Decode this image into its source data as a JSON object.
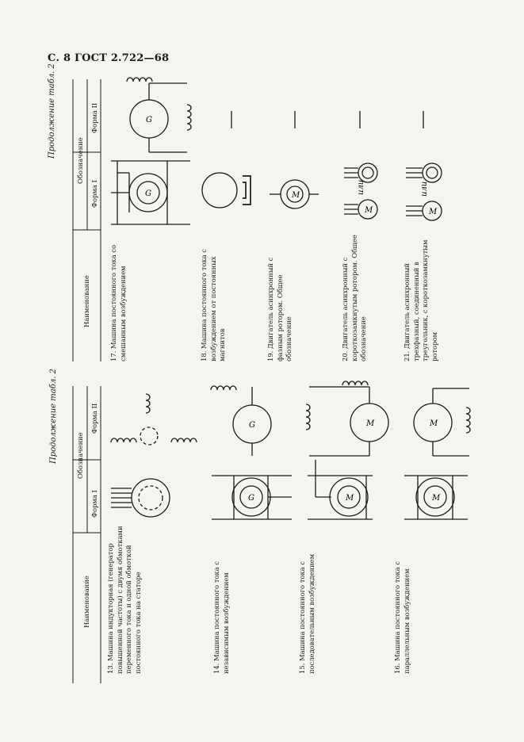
{
  "page_header": "С. 8 ГОСТ 2.722—68",
  "continuation": "Продолжение табл. 2",
  "columns": {
    "name": "Наименование",
    "designation": "Обозначение",
    "form1": "Форма I",
    "form2": "Форма II"
  },
  "or_word": "или",
  "symbol_letters": {
    "generator": "G",
    "motor": "M"
  },
  "left_rows": [
    {
      "text": "13. Машина индукторная (генератор повышенной частоты) с двумя обмотками переменного тока и одной обмоткой постоянного тока на статоре"
    },
    {
      "text": "14. Машина постоянного тока с независимым возбуждением"
    },
    {
      "text": "15. Машина постоянного тока с последовательным возбуждением"
    },
    {
      "text": "16. Машина постоянного тока с параллельным возбуждением"
    }
  ],
  "right_rows": [
    {
      "text": "17. Машина постоянного тока со смешанным возбуждением"
    },
    {
      "text": "18. Машина постоянного тока с возбуждением от постоянных магнитов"
    },
    {
      "text": "19. Двигатель асинхронный с фазным ротором. Общее обозначение"
    },
    {
      "text": "20. Двигатель асинхронный с короткозамкнутым ротором. Общее обозначение"
    },
    {
      "text": "21. Двигатель асинхронный трехфазный, соединенный в треугольник, с короткозамкнутым ротором"
    }
  ]
}
